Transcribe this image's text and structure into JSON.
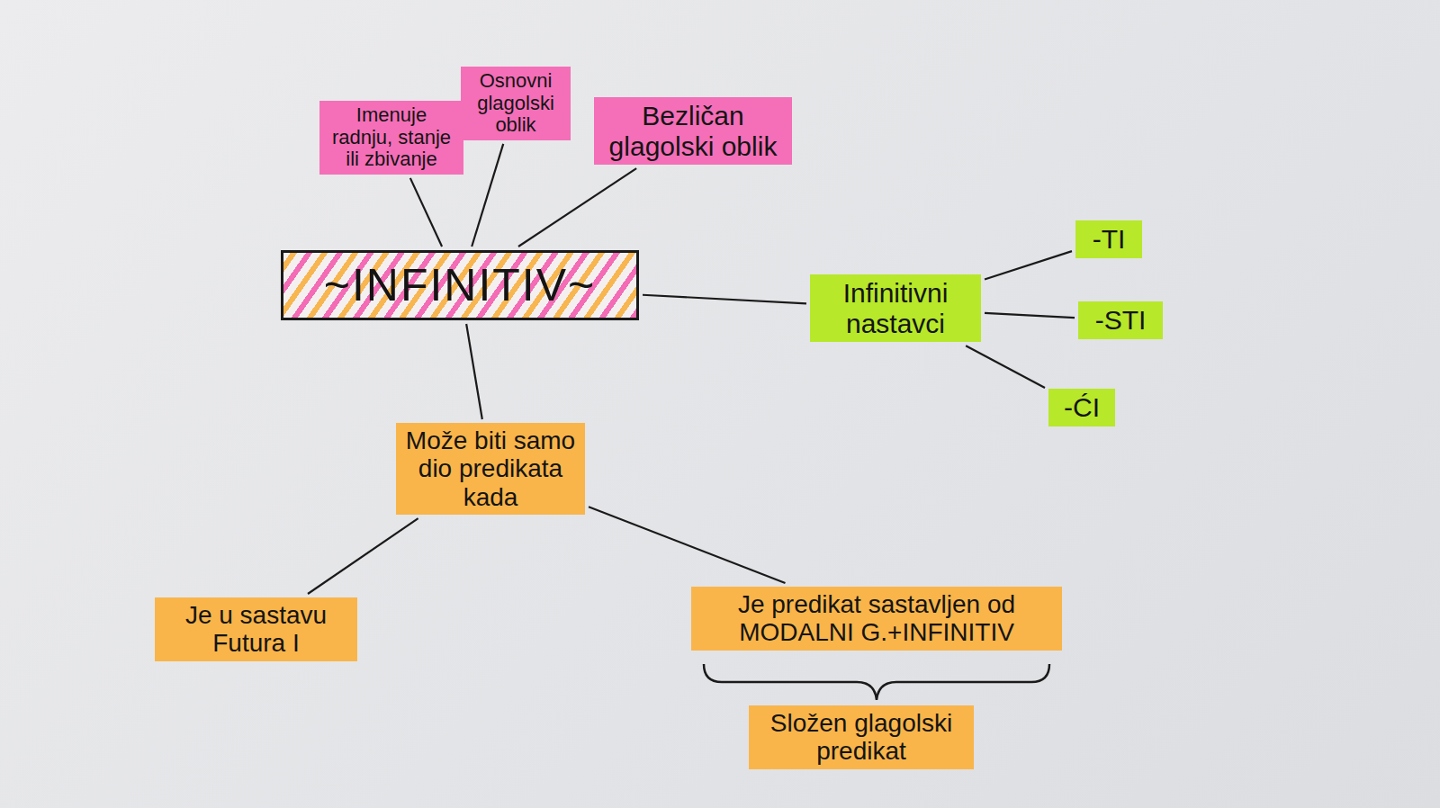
{
  "diagram": {
    "nodes": [
      {
        "text": [
          "Imenuje radnju, stanje ili zbivanje"
        ]
      },
      {
        "text": [
          "Osnovni glagolski oblik"
        ]
      },
      {
        "text": [
          "Bezličan glagolski oblik"
        ]
      },
      {
        "text": [
          "~INFINITIV~"
        ]
      },
      {
        "text": [
          "Infinitivni nastavci"
        ]
      },
      {
        "text": [
          "-TI"
        ]
      },
      {
        "text": [
          "-STI"
        ]
      },
      {
        "text": [
          "-ĆI"
        ]
      },
      {
        "text": [
          "Može biti samo dio predikata kada"
        ]
      },
      {
        "text": [
          "Je u sastavu Futura I"
        ]
      },
      {
        "text": [
          "Je predikat sastavljen od MODALNI G.+INFINITIV"
        ]
      },
      {
        "text": [
          "Složen glagolski predikat"
        ]
      }
    ],
    "edges": [
      {
        "from": 3,
        "to": 0,
        "arrow": "none"
      },
      {
        "from": 3,
        "to": 1,
        "arrow": "none"
      },
      {
        "from": 3,
        "to": 2,
        "arrow": "none"
      },
      {
        "from": 3,
        "to": 4,
        "arrow": "none"
      },
      {
        "from": 4,
        "to": 5,
        "arrow": "none"
      },
      {
        "from": 4,
        "to": 6,
        "arrow": "none"
      },
      {
        "from": 4,
        "to": 7,
        "arrow": "none"
      },
      {
        "from": 3,
        "to": 8,
        "arrow": "none"
      },
      {
        "from": 8,
        "to": 9,
        "arrow": "none"
      },
      {
        "from": 8,
        "to": 10,
        "arrow": "none"
      }
    ]
  }
}
